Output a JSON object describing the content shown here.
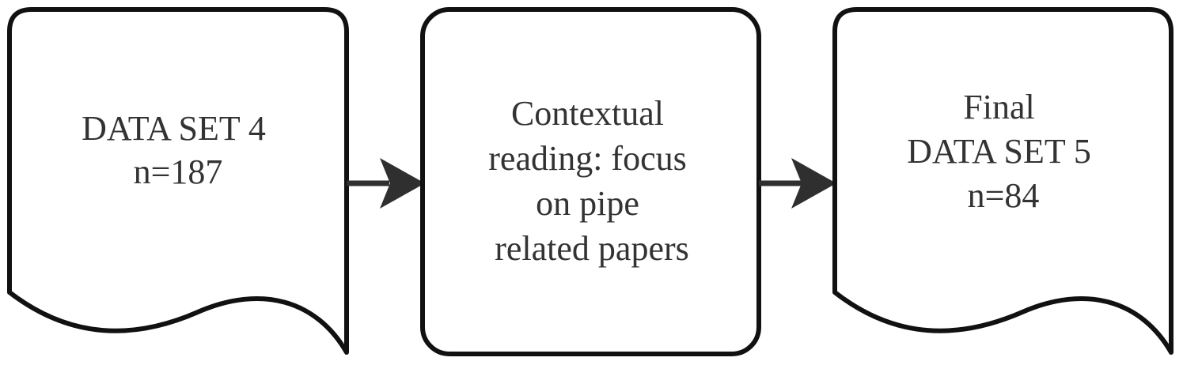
{
  "nodes": [
    {
      "id": "data-set-4",
      "shape": "document",
      "lines": [
        "DATA SET 4",
        "n=187"
      ]
    },
    {
      "id": "contextual-reading",
      "shape": "rounded-rectangle",
      "lines": [
        "Contextual",
        "reading: focus",
        "on pipe",
        "related papers"
      ]
    },
    {
      "id": "final-data-set-5",
      "shape": "document",
      "lines": [
        "Final",
        "DATA SET 5",
        "n=84"
      ]
    }
  ],
  "edges": [
    {
      "from": "data-set-4",
      "to": "contextual-reading"
    },
    {
      "from": "contextual-reading",
      "to": "final-data-set-5"
    }
  ],
  "colors": {
    "outline": "#111111",
    "arrow": "#2f2f2f",
    "text": "#333333",
    "background": "#ffffff"
  }
}
